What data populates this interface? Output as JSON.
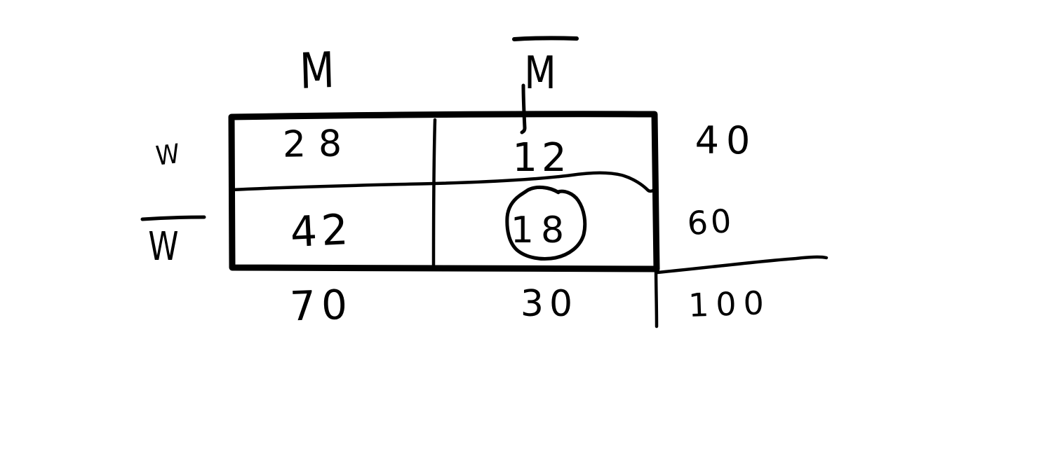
{
  "canvas": {
    "background_color": "#ffffff",
    "ink_color": "#000000"
  },
  "table": {
    "kind": "hand-drawn 2x2 contingency table",
    "column_headers": [
      {
        "label": "M",
        "complement": false
      },
      {
        "label": "M",
        "complement": true
      }
    ],
    "row_headers": [
      {
        "label": "W",
        "complement": false
      },
      {
        "label": "W",
        "complement": true
      }
    ],
    "cells": {
      "w_and_m": "28",
      "w_and_not_m": "12",
      "not_w_and_m": "42",
      "not_w_and_not_m": "18"
    },
    "row_totals": {
      "w": "40",
      "not_w": "60"
    },
    "column_totals": {
      "m": "70",
      "not_m": "30"
    },
    "grand_total": "100",
    "annotation": {
      "circled_value": "18"
    }
  }
}
